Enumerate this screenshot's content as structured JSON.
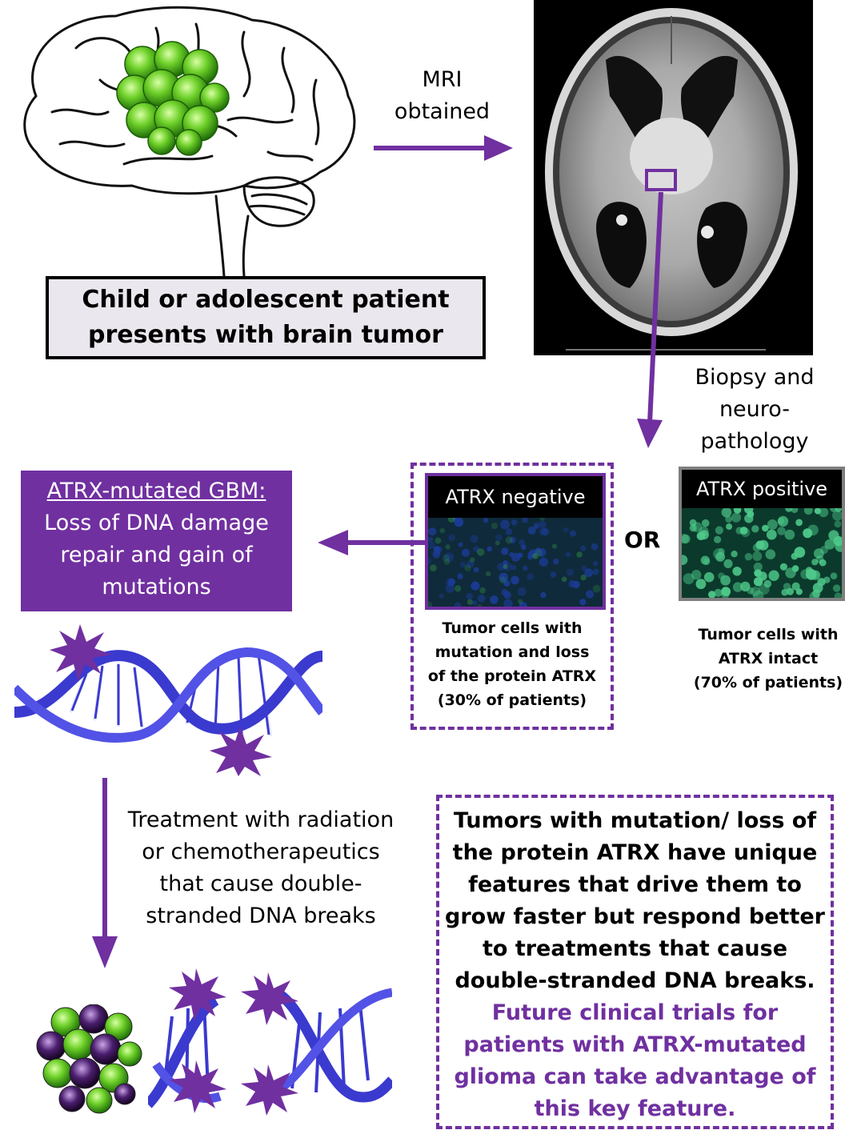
{
  "patient_box": {
    "line1": "Child or adolescent patient",
    "line2": "presents with brain  tumor"
  },
  "mri_label": {
    "line1": "MRI",
    "line2": "obtained"
  },
  "biopsy_label": {
    "line1": "Biopsy and",
    "line2": "neuro-",
    "line3": "pathology"
  },
  "atrx_negative": {
    "label": "ATRX negative",
    "caption": [
      "Tumor cells with",
      "mutation and loss",
      "of the protein ATRX",
      "(30% of patients)"
    ]
  },
  "or_text": "OR",
  "atrx_positive": {
    "label": "ATRX positive",
    "caption": [
      "Tumor cells with",
      "ATRX intact",
      "(70% of patients)"
    ]
  },
  "gbm_box": {
    "title": "ATRX-mutated GBM:",
    "lines": [
      "Loss of DNA damage",
      "repair and gain of",
      "mutations"
    ]
  },
  "treatment_label": [
    "Treatment with radiation",
    "or chemotherapeutics",
    "that cause double-",
    "stranded DNA breaks"
  ],
  "conclusion": {
    "black_lines": [
      "Tumors with mutation/ loss of",
      "the protein ATRX have unique",
      "features that drive them to",
      "grow faster but respond better",
      "to treatments that cause",
      "double-stranded  DNA breaks."
    ],
    "purple_lines": [
      "Future clinical trials for",
      "patients with ATRX-mutated",
      "glioma can take advantage  of",
      "this key feature."
    ]
  },
  "colors": {
    "accent_purple": "#7030a0",
    "tumor_green": "#6fd12a",
    "dna_blue": "#3a3acf",
    "stain_green": "#4ec98a",
    "stain_blue": "#1e3fa8"
  },
  "icons": [
    "brain-illustration",
    "tumor-cell-cluster-icon",
    "mri-scan-image",
    "dna-helix-icon",
    "dna-break-burst-icon",
    "damaged-tumor-cluster-icon"
  ]
}
